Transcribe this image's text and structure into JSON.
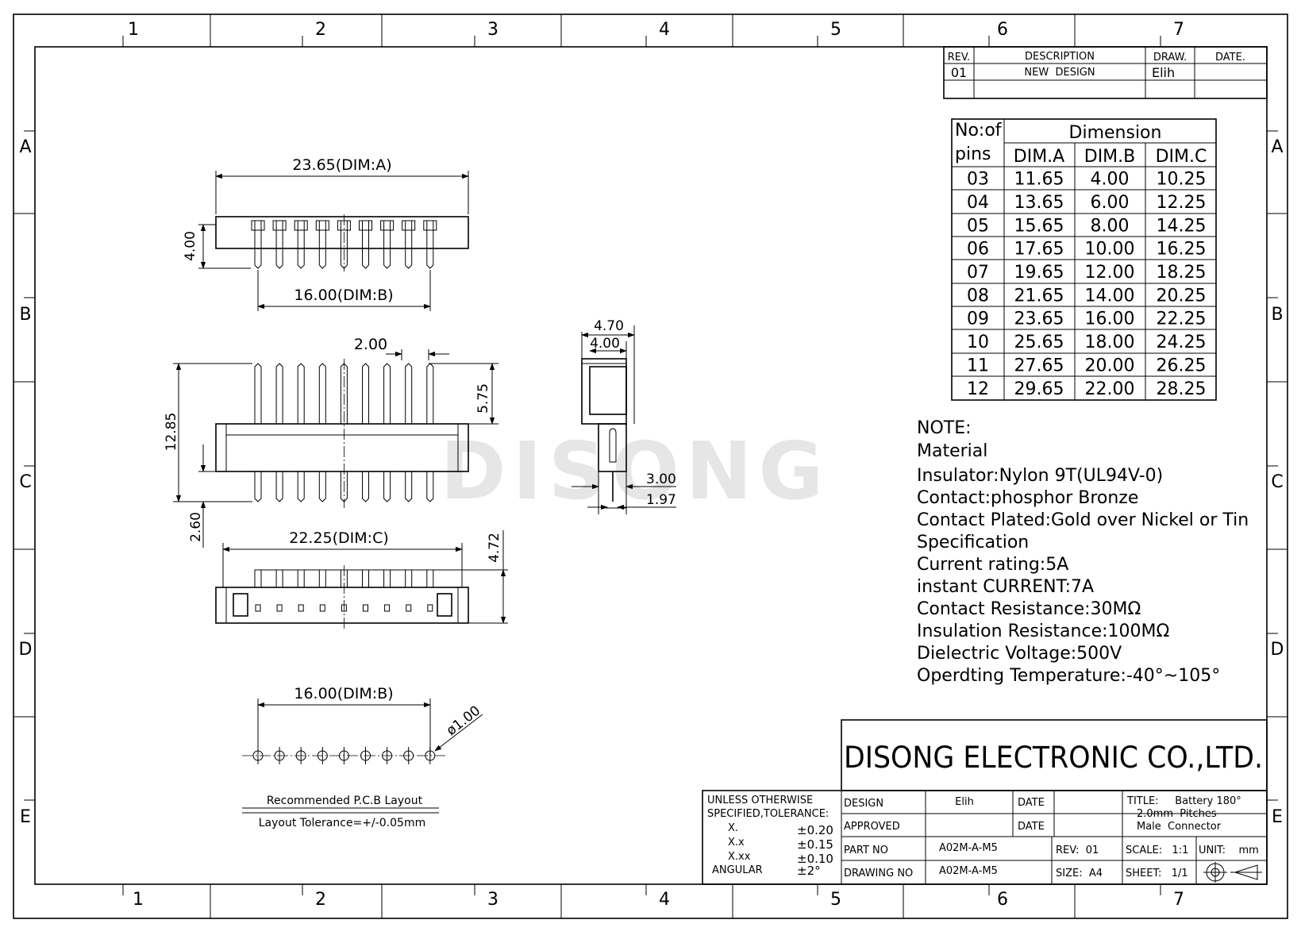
{
  "zones": {
    "cols": [
      "1",
      "2",
      "3",
      "4",
      "5",
      "6",
      "7"
    ],
    "rows": [
      "A",
      "B",
      "C",
      "D",
      "E"
    ]
  },
  "revision_block": {
    "headers": [
      "REV.",
      "DESCRIPTION",
      "DRAW.",
      "DATE."
    ],
    "row": [
      "01",
      "NEW  DESIGN",
      "Elih",
      ""
    ]
  },
  "dimension_table": {
    "col_header_1a": "No:of",
    "col_header_1b": "pins",
    "group_header": "Dimension",
    "subheaders": [
      "DIM.A",
      "DIM.B",
      "DIM.C"
    ],
    "rows": [
      [
        "03",
        "11.65",
        "4.00",
        "10.25"
      ],
      [
        "04",
        "13.65",
        "6.00",
        "12.25"
      ],
      [
        "05",
        "15.65",
        "8.00",
        "14.25"
      ],
      [
        "06",
        "17.65",
        "10.00",
        "16.25"
      ],
      [
        "07",
        "19.65",
        "12.00",
        "18.25"
      ],
      [
        "08",
        "21.65",
        "14.00",
        "20.25"
      ],
      [
        "09",
        "23.65",
        "16.00",
        "22.25"
      ],
      [
        "10",
        "25.65",
        "18.00",
        "24.25"
      ],
      [
        "11",
        "27.65",
        "20.00",
        "26.25"
      ],
      [
        "12",
        "29.65",
        "22.00",
        "28.25"
      ]
    ]
  },
  "dims": {
    "dim_a": "23.65(DIM:A)",
    "top_height": "4.00",
    "dim_b": "16.00(DIM:B)",
    "pitch": "2.00",
    "total_height": "12.85",
    "pin_top": "5.75",
    "pin_bottom": "2.60",
    "dim_c": "22.25(DIM:C)",
    "body_height": "4.72",
    "side_w1": "4.70",
    "side_w2": "4.00",
    "side_d1": "3.00",
    "side_d2": "1.97",
    "pcb_dim_b": "16.00(DIM:B)",
    "hole_dia": "ø1.00"
  },
  "pcb": {
    "title": "Recommended P.C.B Layout",
    "tolerance": "Layout Tolerance=+/-0.05mm"
  },
  "watermark": "DISONG",
  "notes": [
    "NOTE:",
    "Material",
    "Insulator:Nylon 9T(UL94V-0)",
    "Contact:phosphor Bronze",
    "Contact Plated:Gold over Nickel or Tin",
    "Specification",
    "Current rating:5A",
    "instant CURRENT:7A",
    "Contact Resistance:30MΩ",
    "Insulation Resistance:100MΩ",
    "Dielectric Voltage:500V",
    "Operdting Temperature:-40°~105°"
  ],
  "title_block": {
    "company": "DISONG ELECTRONIC CO.,LTD.",
    "tolerance_header_1": "UNLESS OTHERWISE",
    "tolerance_header_2": "SPECIFIED,TOLERANCE:",
    "tolerances": [
      [
        "X.",
        "±0.20"
      ],
      [
        "X.x",
        "±0.15"
      ],
      [
        "X.xx",
        "±0.10"
      ],
      [
        "ANGULAR",
        "±2°"
      ]
    ],
    "design_label": "DESIGN",
    "design_value": "Elih",
    "date_label_1": "DATE",
    "approved_label": "APPROVED",
    "date_label_2": "DATE",
    "part_no_label": "PART NO",
    "part_no_value": "A02M-A-M5",
    "drawing_no_label": "DRAWING NO",
    "drawing_no_value": "A02M-A-M5",
    "rev": "REV:  01",
    "size": "SIZE:  A4",
    "title_line_1": "TITLE:     Battery 180°",
    "title_line_2": "2.0mm  Pitches",
    "title_line_3": "Male  Connector",
    "scale": "SCALE:   1:1",
    "unit": "UNIT:    mm",
    "sheet": "SHEET:   1/1"
  }
}
